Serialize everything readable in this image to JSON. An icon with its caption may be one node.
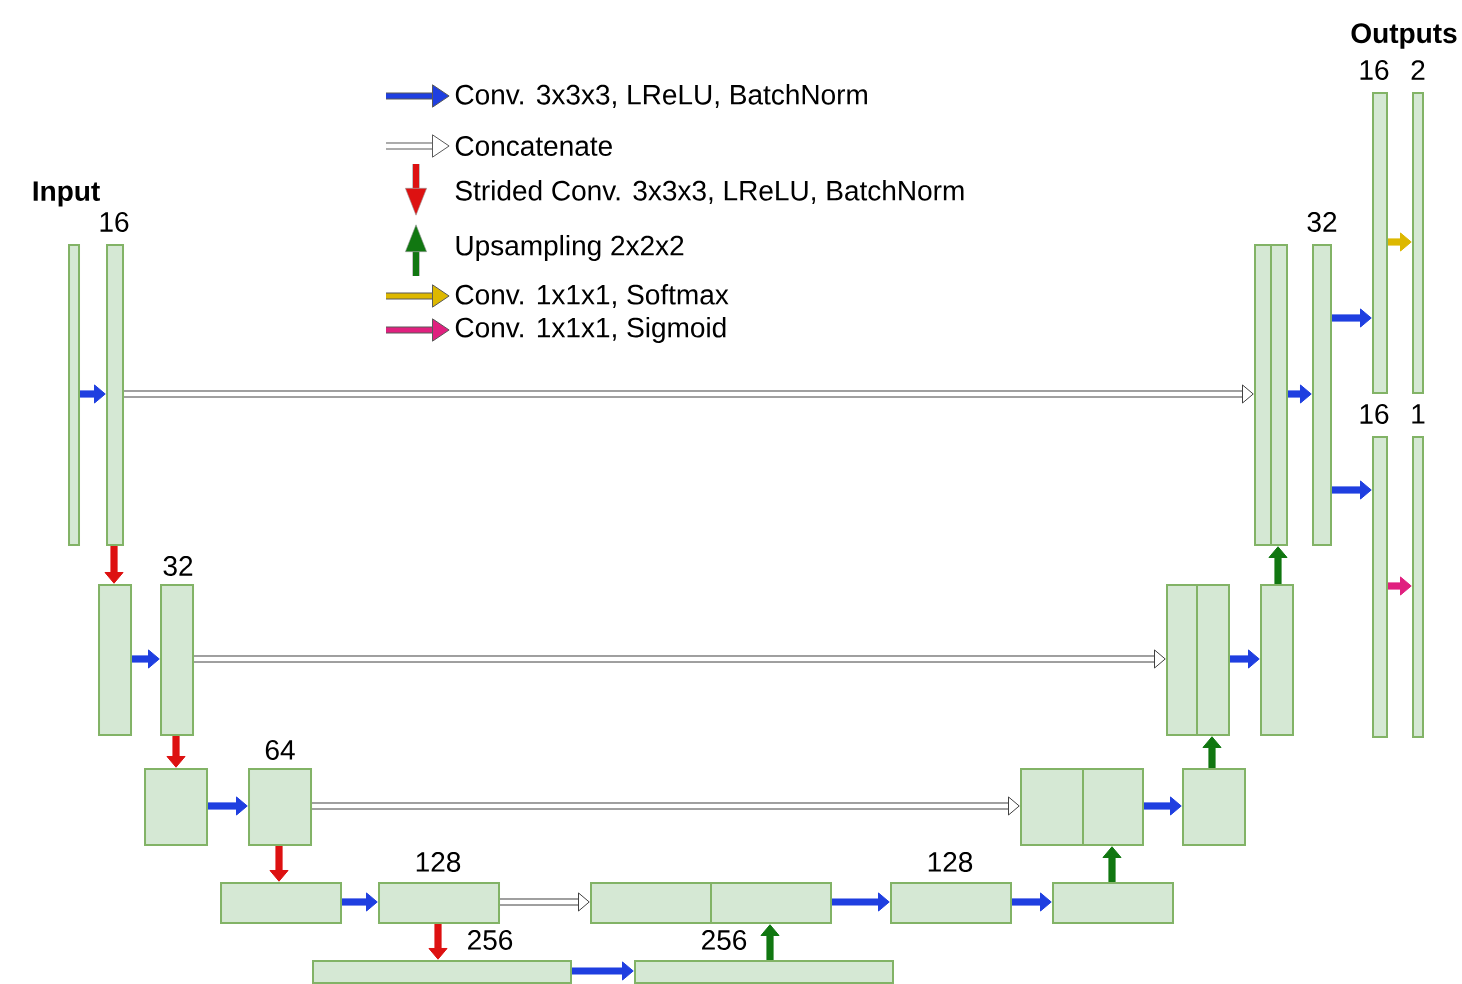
{
  "diagram": {
    "nodes": [
      {
        "text": [],
        "shape": "box"
      },
      {
        "text": [],
        "shape": "box",
        "beside": [
          "16"
        ]
      },
      {
        "text": [],
        "shape": "box"
      },
      {
        "text": [],
        "shape": "box",
        "beside": [
          "32"
        ]
      },
      {
        "text": [],
        "shape": "box"
      },
      {
        "text": [],
        "shape": "box",
        "beside": [
          "64"
        ]
      },
      {
        "text": [],
        "shape": "box"
      },
      {
        "text": [],
        "shape": "box",
        "beside": [
          "128"
        ]
      },
      {
        "text": [],
        "shape": "box",
        "beside": [
          "256"
        ]
      },
      {
        "text": [],
        "shape": "box",
        "beside": [
          "256"
        ]
      },
      {
        "text": [],
        "shape": "box"
      },
      {
        "text": [],
        "shape": "box"
      },
      {
        "text": [],
        "shape": "box",
        "beside": [
          "128"
        ]
      },
      {
        "text": [],
        "shape": "box"
      },
      {
        "text": [],
        "shape": "box"
      },
      {
        "text": [],
        "shape": "box"
      },
      {
        "text": [],
        "shape": "box"
      },
      {
        "text": [],
        "shape": "box"
      },
      {
        "text": [],
        "shape": "box"
      },
      {
        "text": [],
        "shape": "box"
      },
      {
        "text": [],
        "shape": "box"
      },
      {
        "text": [],
        "shape": "box"
      },
      {
        "text": [],
        "shape": "box",
        "beside": [
          "32"
        ]
      },
      {
        "text": [],
        "shape": "box",
        "beside": [
          "16"
        ]
      },
      {
        "text": [],
        "shape": "box",
        "beside": [
          "2"
        ]
      },
      {
        "text": [],
        "shape": "box",
        "beside": [
          "16"
        ]
      },
      {
        "text": [],
        "shape": "box",
        "beside": [
          "1"
        ]
      }
    ],
    "edges": [
      {
        "from": 0,
        "to": 1,
        "arrow": "to"
      },
      {
        "from": 1,
        "to": 2,
        "arrow": "to",
        "color": "#dd1111"
      },
      {
        "from": 2,
        "to": 3,
        "arrow": "to"
      },
      {
        "from": 3,
        "to": 4,
        "arrow": "to",
        "color": "#dd1111"
      },
      {
        "from": 4,
        "to": 5,
        "arrow": "to"
      },
      {
        "from": 5,
        "to": 6,
        "arrow": "to",
        "color": "#dd1111"
      },
      {
        "from": 6,
        "to": 7,
        "arrow": "to"
      },
      {
        "from": 7,
        "to": 8,
        "arrow": "to",
        "color": "#dd1111"
      },
      {
        "from": 8,
        "to": 9,
        "arrow": "to"
      },
      {
        "from": 9,
        "to": 11,
        "arrow": "to",
        "color": "#117711"
      },
      {
        "from": 7,
        "to": 10,
        "arrow": "to",
        "color": "#404040"
      },
      {
        "from": 11,
        "to": 12,
        "arrow": "to"
      },
      {
        "from": 12,
        "to": 13,
        "arrow": "to"
      },
      {
        "from": 13,
        "to": 15,
        "arrow": "to",
        "color": "#117711"
      },
      {
        "from": 5,
        "to": 14,
        "arrow": "to",
        "color": "#404040"
      },
      {
        "from": 15,
        "to": 16,
        "arrow": "to"
      },
      {
        "from": 16,
        "to": 18,
        "arrow": "to",
        "color": "#117711"
      },
      {
        "from": 3,
        "to": 17,
        "arrow": "to",
        "color": "#404040"
      },
      {
        "from": 18,
        "to": 19,
        "arrow": "to"
      },
      {
        "from": 19,
        "to": 21,
        "arrow": "to",
        "color": "#117711"
      },
      {
        "from": 1,
        "to": 20,
        "arrow": "to",
        "color": "#404040"
      },
      {
        "from": 21,
        "to": 22,
        "arrow": "to"
      },
      {
        "from": 22,
        "to": 23,
        "arrow": "to"
      },
      {
        "from": 22,
        "to": 25,
        "arrow": "to"
      },
      {
        "from": 23,
        "to": 24,
        "arrow": "to",
        "color": "#ddb800"
      },
      {
        "from": 25,
        "to": 26,
        "arrow": "to",
        "color": "#e0207f"
      }
    ],
    "labels": [
      "Input",
      "Outputs"
    ],
    "legend": [
      {
        "text": "Conv. 3x3x3, LReLU, BatchNorm"
      },
      {
        "text": "Concatenate"
      },
      {
        "text": "Strided Conv. 3x3x3, LReLU, BatchNorm"
      },
      {
        "text": "Upsampling 2x2x2"
      },
      {
        "text": "Conv. 1x1x1, Softmax"
      },
      {
        "text": "Conv. 1x1x1, Sigmoid"
      }
    ]
  }
}
